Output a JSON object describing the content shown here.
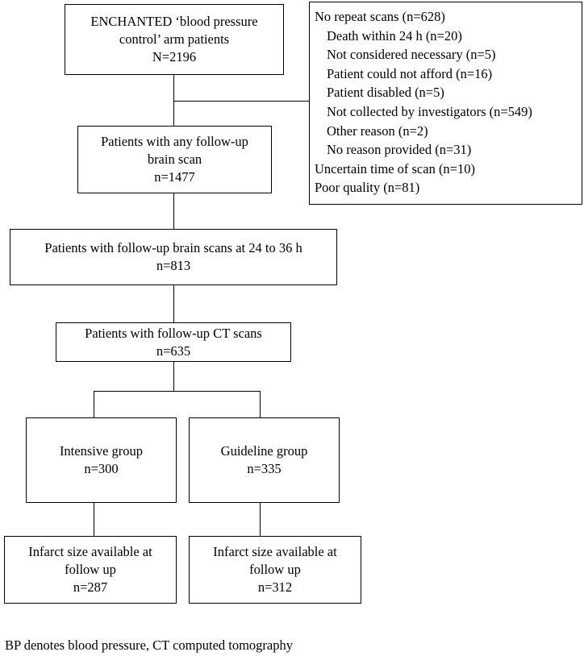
{
  "boxes": {
    "enchanted": {
      "line1": "ENCHANTED ‘blood pressure",
      "line2": "control’ arm patients",
      "line3": "N=2196"
    },
    "any_followup": {
      "line1": "Patients with any follow-up",
      "line2": "brain scan",
      "line3": "n=1477"
    },
    "followup_24_36": {
      "line1": "Patients with follow-up brain scans at 24 to 36 h",
      "line2": "n=813"
    },
    "ct_scans": {
      "line1": "Patients with follow-up CT scans",
      "line2": "n=635"
    },
    "intensive": {
      "line1": "Intensive group",
      "line2": "n=300"
    },
    "guideline": {
      "line1": "Guideline group",
      "line2": "n=335"
    },
    "infarct_intensive": {
      "line1": "Infarct size available at",
      "line2": "follow up",
      "line3": "n=287"
    },
    "infarct_guideline": {
      "line1": "Infarct size available at",
      "line2": "follow up",
      "line3": "n=312"
    }
  },
  "exclusions": {
    "items": [
      {
        "text": "No repeat scans (n=628)"
      },
      {
        "text": "Death within 24 h (n=20)"
      },
      {
        "text": "Not considered necessary (n=5)"
      },
      {
        "text": "Patient could not afford (n=16)"
      },
      {
        "text": "Patient disabled (n=5)"
      },
      {
        "text": "Not collected by investigators (n=549)"
      },
      {
        "text": "Other reason (n=2)"
      },
      {
        "text": "No reason provided (n=31)"
      },
      {
        "text": "Uncertain time of scan (n=10)"
      },
      {
        "text": "Poor quality (n=81)"
      }
    ]
  },
  "footnote": "BP denotes blood pressure, CT computed tomography"
}
